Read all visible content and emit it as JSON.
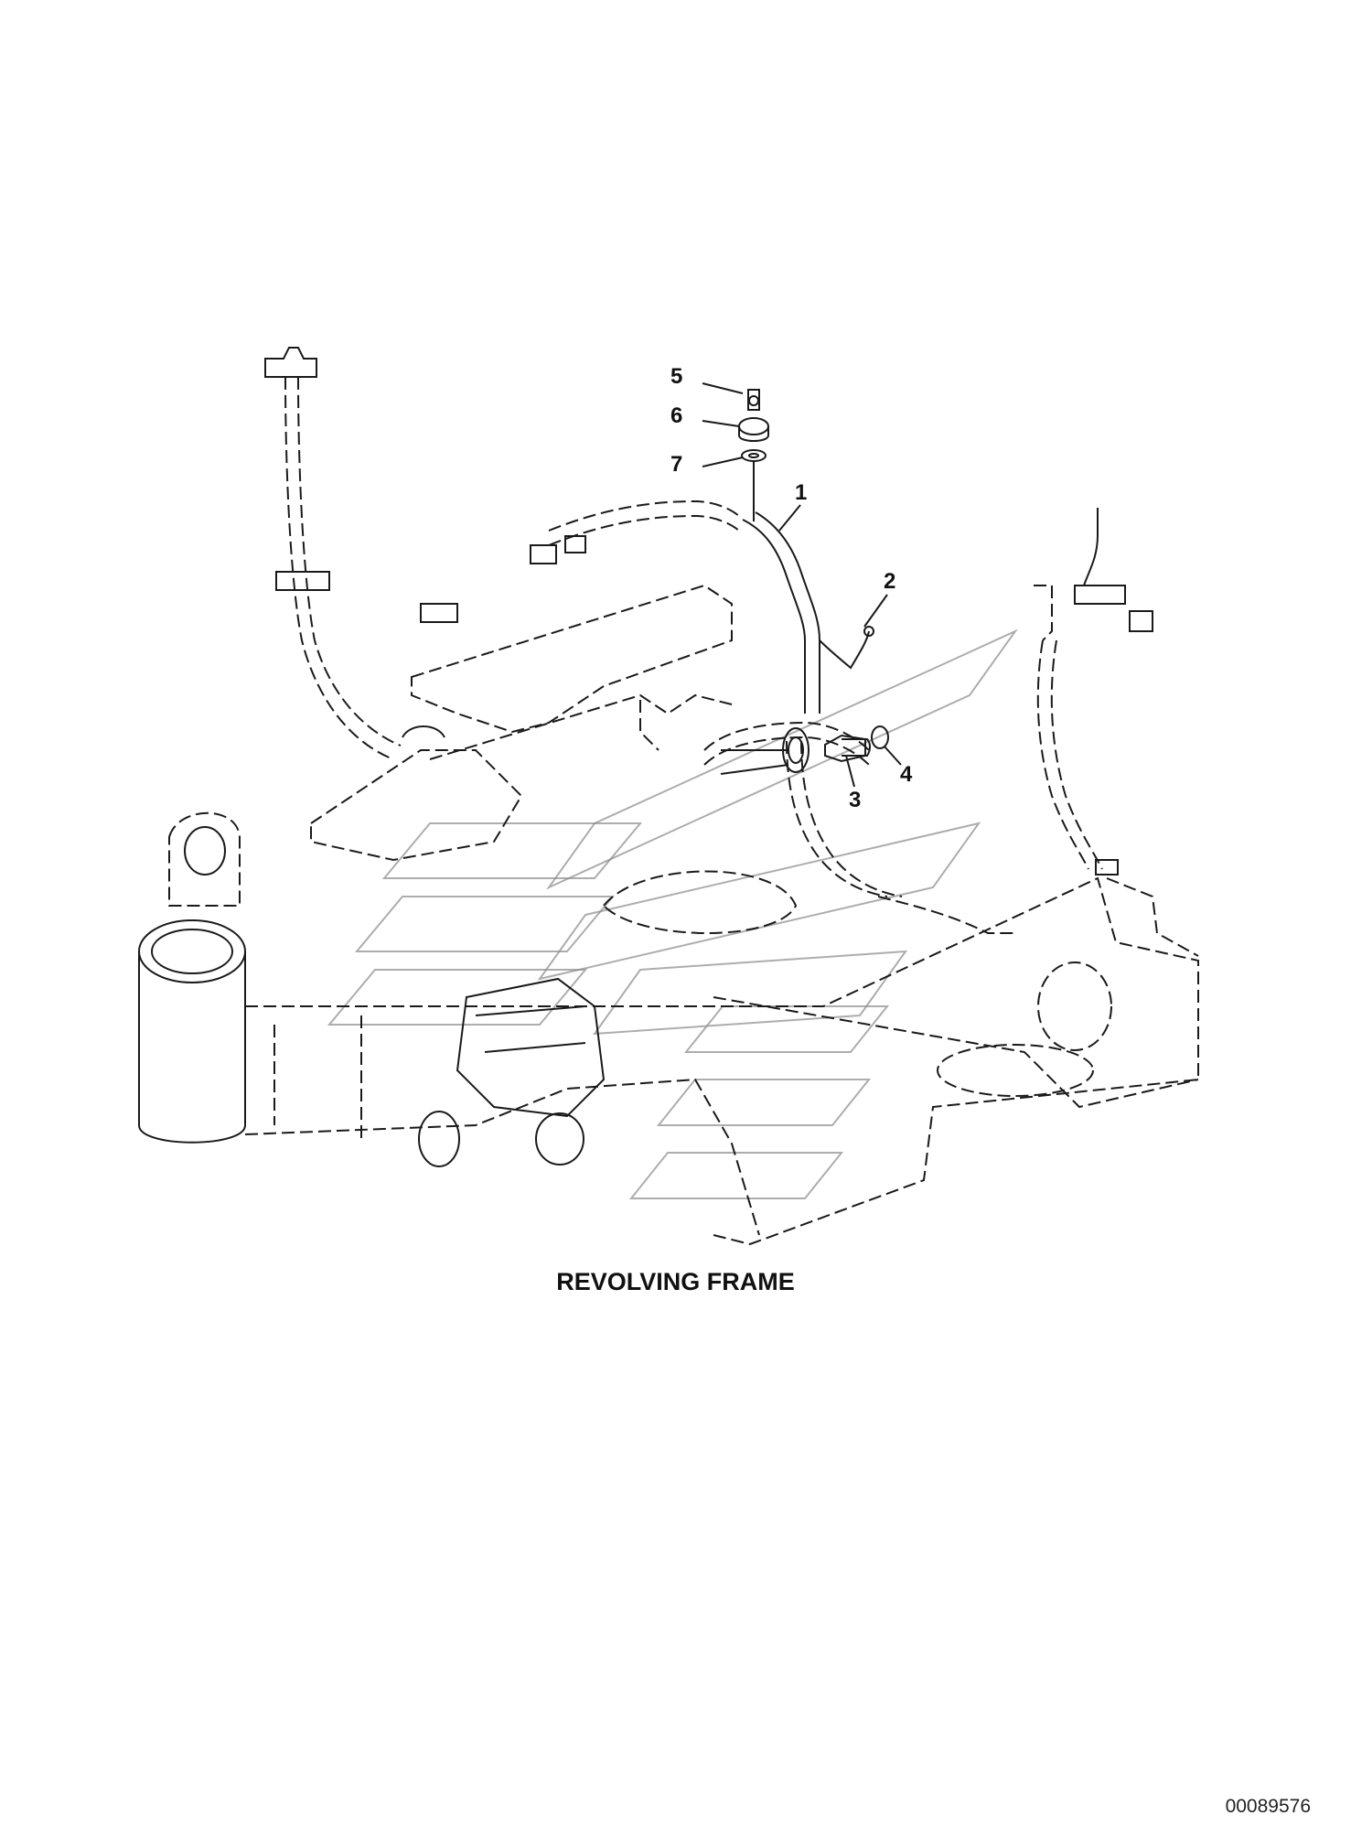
{
  "figure": {
    "caption": "REVOLVING FRAME",
    "doc_id": "00089576"
  },
  "callouts": [
    {
      "label": "1"
    },
    {
      "label": "2"
    },
    {
      "label": "3"
    },
    {
      "label": "4"
    },
    {
      "label": "5"
    },
    {
      "label": "6"
    },
    {
      "label": "7"
    }
  ]
}
